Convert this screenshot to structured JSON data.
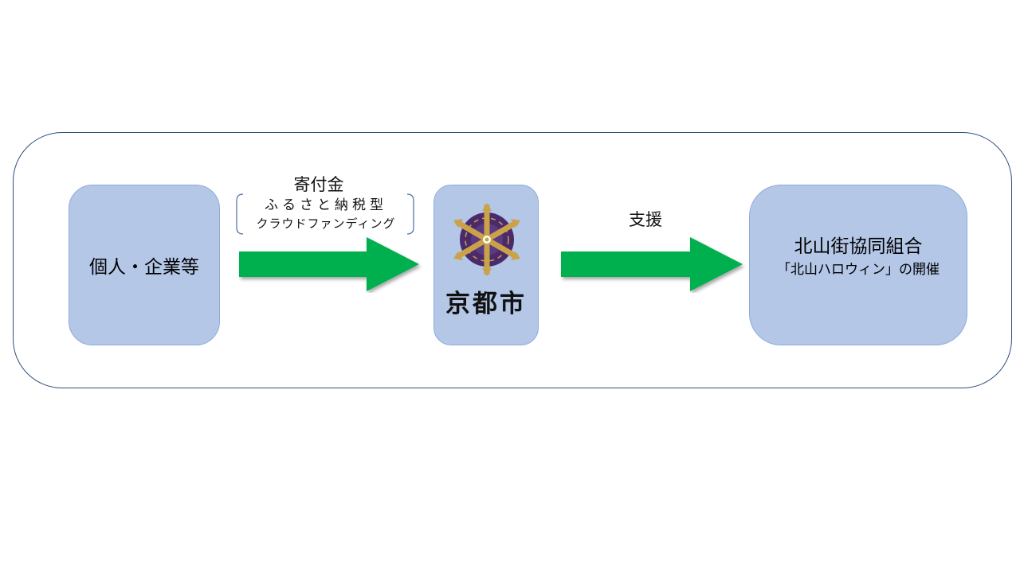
{
  "diagram": {
    "donor": {
      "label": "個人・企業等"
    },
    "donation": {
      "label": "寄付金",
      "note_line1": "ふるさと納税型",
      "note_line2": "クラウドファンディング"
    },
    "city": {
      "label": "京都市",
      "emblem_icon": "kyoto-city-emblem-icon"
    },
    "support": {
      "label": "支援"
    },
    "union": {
      "title": "北山街協同組合",
      "subtitle": "「北山ハロウィン」の開催"
    },
    "colors": {
      "box_fill": "#b4c7e7",
      "box_border": "#8faadc",
      "arrow": "#00b050",
      "frame": "#2f4f7f",
      "emblem_purple": "#4b2a6b",
      "emblem_gold": "#c9a24a"
    }
  }
}
